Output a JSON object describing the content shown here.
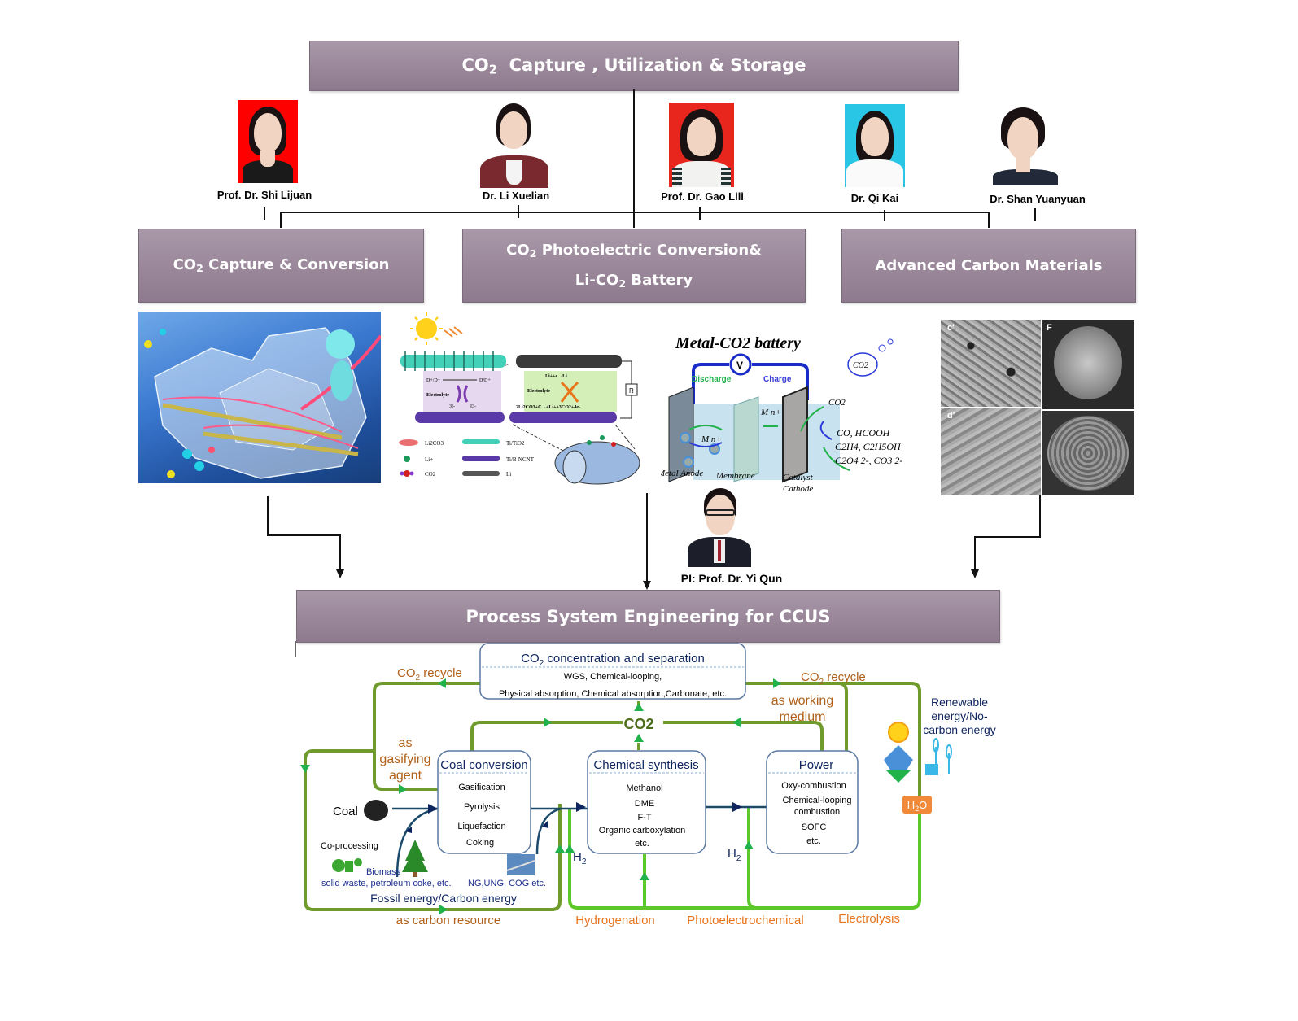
{
  "header": {
    "title_prefix": "CO",
    "title_sub": "2",
    "title_rest": "  Capture , Utilization & Storage"
  },
  "people": [
    {
      "name": "Prof. Dr. Shi Lijuan",
      "photo_bg": "#ff0000"
    },
    {
      "name": "Dr. Li Xuelian",
      "photo_bg": "#ffffff"
    },
    {
      "name": "Prof. Dr. Gao Lili",
      "photo_bg": "#e8261e"
    },
    {
      "name": "Dr. Qi Kai",
      "photo_bg": "#2ac6e6"
    },
    {
      "name": "Dr. Shan Yuanyuan",
      "photo_bg": "#ffffff"
    }
  ],
  "pi": {
    "name": "PI: Prof. Dr. Yi Qun"
  },
  "areas": [
    {
      "line1_prefix": "CO",
      "line1_sub": "2",
      "line1_rest": " Capture & Conversion",
      "line2_prefix": "",
      "line2_sub": "",
      "line2_rest": ""
    },
    {
      "line1_prefix": "CO",
      "line1_sub": "2",
      "line1_rest": " Photoelectric Conversion&",
      "line2_prefix": "Li-CO",
      "line2_sub": "2",
      "line2_rest": " Battery"
    },
    {
      "line1_prefix": "",
      "line1_sub": "",
      "line1_rest": "Advanced Carbon Materials",
      "line2_prefix": "",
      "line2_sub": "",
      "line2_rest": ""
    }
  ],
  "battery_figure": {
    "legend": [
      "Li2CO3",
      "Li+",
      "CO2",
      "Ti/TiO2",
      "Ti/B-NCNT",
      "Li"
    ],
    "labels": {
      "electrolyte_left": "Electrolyte",
      "electrolyte_right": "Electrolyte",
      "reaction_top": "Li++e→Li",
      "reaction_bottom": "2Li2CO3+C→4Li++3CO2+4e-",
      "resistor": "R",
      "electron": "e-",
      "redox_left": "D+/D+",
      "redox_right": "D/D+",
      "iodide": "3I-",
      "triiodide": "I3-"
    }
  },
  "metal_co2": {
    "title": "Metal-CO2 battery",
    "voltmeter": "V",
    "discharge": "Discharge",
    "charge": "Charge",
    "ion_left": "M n+",
    "ion_right": "M n+",
    "cloud": "CO2",
    "co2_in": "CO2",
    "products": [
      "CO,  HCOOH",
      "C2H4, C2H5OH",
      "C2O4 2-, CO3 2-"
    ],
    "anode": "Metal Anode",
    "membrane": "Membrane",
    "cathode_1": "Catalyst",
    "cathode_2": "Cathode"
  },
  "sem_labels": [
    "c'",
    "F",
    "d'"
  ],
  "process": {
    "title": "Process System Engineering for CCUS",
    "separation": {
      "title_prefix": "CO",
      "title_sub": "2",
      "title_rest": " concentration and separation",
      "line1": "WGS,  Chemical-looping,",
      "line2": "Physical absorption, Chemical absorption,Carbonate,  etc."
    },
    "recycle_left": {
      "prefix": "CO",
      "sub": "2",
      "rest": " recycle"
    },
    "recycle_right": {
      "prefix": "CO",
      "sub": "2",
      "rest": " recycle"
    },
    "working_medium": [
      "as working",
      "medium"
    ],
    "gasifying_agent": [
      "as",
      "gasifying",
      "agent"
    ],
    "co2_hub": "CO2",
    "coal_conversion": {
      "title": "Coal conversion",
      "items": [
        "Gasification",
        "Pyrolysis",
        "Liquefaction",
        "Coking"
      ]
    },
    "chemical_synthesis": {
      "title": "Chemical synthesis",
      "items": [
        "Methanol",
        "DME",
        "F-T",
        "Organic carboxylation",
        "etc."
      ]
    },
    "power": {
      "title": "Power",
      "items": [
        "Oxy-combustion",
        "Chemical-looping",
        "combustion",
        "SOFC",
        "etc."
      ]
    },
    "coal": "Coal",
    "co_processing": "Co-processing",
    "biomass": "Biomass",
    "solid_waste": "solid waste, petroleum coke, etc.",
    "ng": "NG,UNG, COG etc.",
    "fossil": "Fossil energy/Carbon energy",
    "carbon_resource": "as carbon resource",
    "h2_left": {
      "prefix": "H",
      "sub": "2"
    },
    "h2_right": {
      "prefix": "H",
      "sub": "2"
    },
    "renewable": [
      "Renewable",
      "energy/No-",
      "carbon energy"
    ],
    "h2o": {
      "prefix": "H",
      "sub": "2",
      "rest": "O"
    },
    "bottom_labels": [
      "Hydrogenation",
      "Photoelectrochemical",
      "Electrolysis"
    ]
  },
  "colors": {
    "bar_top": "#a898a8",
    "bar_bottom": "#8e7a8e",
    "recycle_text": "#b0601a",
    "flow_green": "#6f9a2c",
    "bright_green": "#5cc82a",
    "arrow_green": "#22b24c",
    "navy": "#1b2f6e",
    "orange": "#e8741c",
    "box_border": "#5a78a0"
  }
}
